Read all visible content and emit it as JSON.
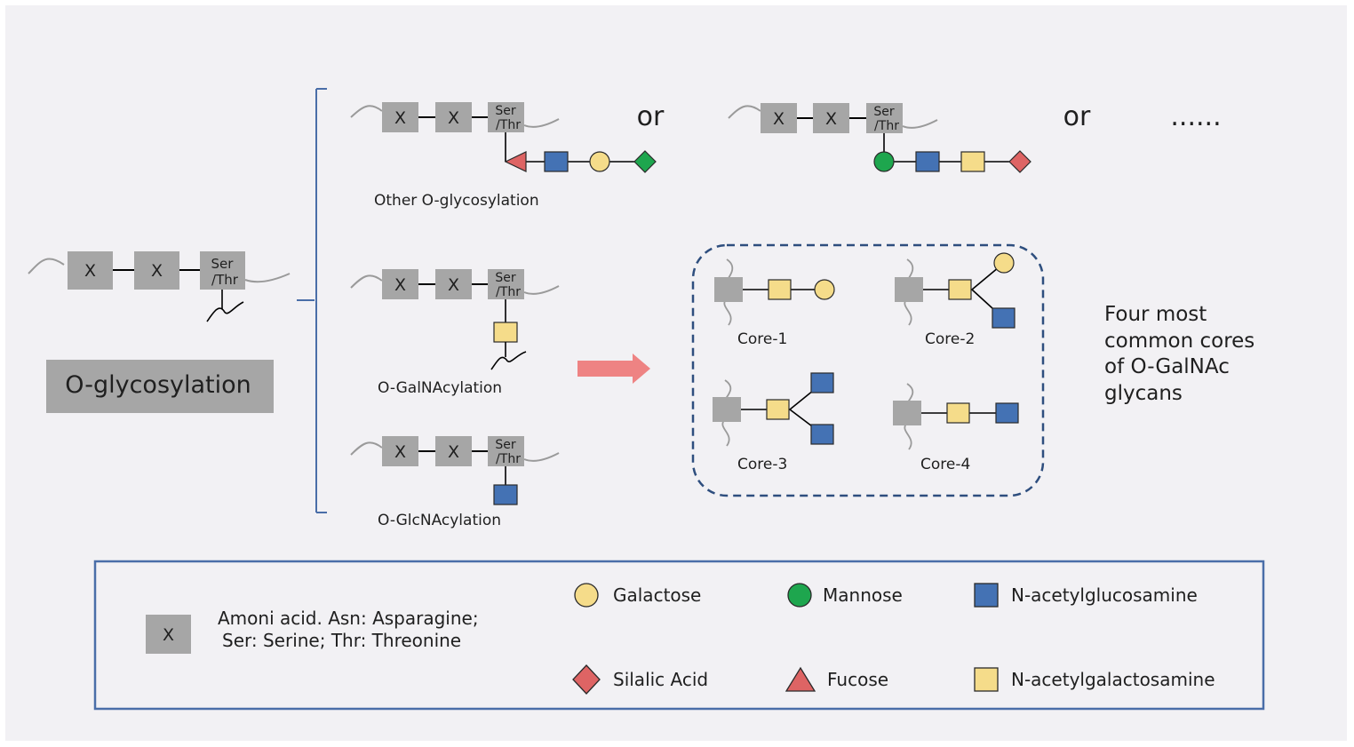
{
  "residue_letter": "X",
  "ser_thr": {
    "line1": "Ser",
    "line2": "/Thr"
  },
  "or_word": "or",
  "ellipsis": "......",
  "title": "O-glycosylation",
  "captions": {
    "other": "Other O-glycosylation",
    "galnac": "O-GalNAcylation",
    "glcnac": "O-GlcNAcylation"
  },
  "cores": [
    "Core-1",
    "Core-2",
    "Core-3",
    "Core-4"
  ],
  "side_note": [
    "Four most",
    "common cores",
    "of O-GalNAc",
    "glycans"
  ],
  "legend": {
    "x_symbol": "X",
    "amino_line1": "Amoni acid. Asn: Asparagine;",
    "amino_line2": "Ser: Serine; Thr: Threonine",
    "galactose": "Galactose",
    "mannose": "Mannose",
    "glcnac": "N-acetylglucosamine",
    "sialic": "Silalic Acid",
    "fucose": "Fucose",
    "galnac": "N-acetylgalactosamine"
  },
  "colors": {
    "background": "#f2f1f4",
    "residue_box": "#a6a6a6",
    "galactose": "#f5dc8a",
    "mannose": "#1ea64e",
    "glcnac": "#4472b4",
    "galnac": "#f5dc8a",
    "sialic": "#de6464",
    "fucose": "#de6464",
    "arrow": "#ee8383",
    "dashed_frame": "#2e4e7e",
    "legend_frame": "#4a6ea8",
    "bracket": "#4a6ea8"
  }
}
